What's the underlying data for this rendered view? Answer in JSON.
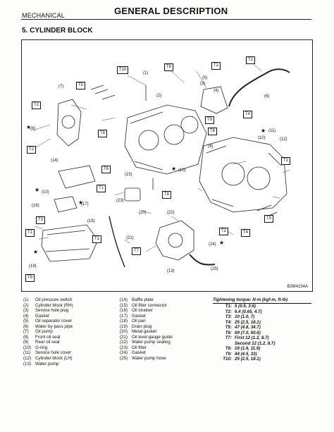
{
  "header": {
    "left": "MECHANICAL",
    "title": "GENERAL DESCRIPTION"
  },
  "section": {
    "title": "5.  CYLINDER BLOCK"
  },
  "figure": {
    "code": "B2M4154A",
    "torque_labels": [
      "T1",
      "T2",
      "T3",
      "T4",
      "T5",
      "T6",
      "T7",
      "T8",
      "T9",
      "T10"
    ],
    "callouts": [
      "(1)",
      "(2)",
      "(3)",
      "(4)",
      "(5)",
      "(6)",
      "(7)",
      "(8)",
      "(9)",
      "(10)",
      "(11)",
      "(12)",
      "(13)",
      "(14)",
      "(15)",
      "(16)",
      "(17)",
      "(18)",
      "(19)",
      "(20)",
      "(21)",
      "(22)",
      "(23)",
      "(24)",
      "(25)"
    ]
  },
  "parts": [
    {
      "num": "(1)",
      "name": "Oil pressure switch"
    },
    {
      "num": "(2)",
      "name": "Cylinder block (RH)"
    },
    {
      "num": "(3)",
      "name": "Service hole plug"
    },
    {
      "num": "(4)",
      "name": "Gasket"
    },
    {
      "num": "(5)",
      "name": "Oil separator cover"
    },
    {
      "num": "(6)",
      "name": "Water by-pass pipe"
    },
    {
      "num": "(7)",
      "name": "Oil pump"
    },
    {
      "num": "(8)",
      "name": "Front oil seal"
    },
    {
      "num": "(9)",
      "name": "Rear oil seal"
    },
    {
      "num": "(10)",
      "name": "O-ring"
    },
    {
      "num": "(11)",
      "name": "Service hole cover"
    },
    {
      "num": "(12)",
      "name": "Cylinder block (LH)"
    },
    {
      "num": "(13)",
      "name": "Water pump"
    },
    {
      "num": "(14)",
      "name": "Baffle plate"
    },
    {
      "num": "(15)",
      "name": "Oil filter connector"
    },
    {
      "num": "(16)",
      "name": "Oil strainer"
    },
    {
      "num": "(17)",
      "name": "Gasket"
    },
    {
      "num": "(18)",
      "name": "Oil pan"
    },
    {
      "num": "(19)",
      "name": "Drain plug"
    },
    {
      "num": "(20)",
      "name": "Metal gasket"
    },
    {
      "num": "(21)",
      "name": "Oil level gauge guide"
    },
    {
      "num": "(22)",
      "name": "Water pump sealing"
    },
    {
      "num": "(23)",
      "name": "Oil filter"
    },
    {
      "num": "(24)",
      "name": "Gasket"
    },
    {
      "num": "(25)",
      "name": "Water pump hose"
    }
  ],
  "torque": {
    "heading": "Tightening torque: N·m (kgf-m, ft-lb)",
    "rows": [
      {
        "key": "T1:",
        "value": "5 (0.5, 3.6)"
      },
      {
        "key": "T2:",
        "value": "6.4 (0.65, 4.7)"
      },
      {
        "key": "T3:",
        "value": "10 (1.0, 7)"
      },
      {
        "key": "T4:",
        "value": "25 (2.5, 18.1)"
      },
      {
        "key": "T5:",
        "value": "47 (4.8, 34.7)"
      },
      {
        "key": "T6:",
        "value": "69 (7.0, 50.6)"
      },
      {
        "key": "T7:",
        "value": "First 12 (1.2, 8.7)"
      },
      {
        "key": "",
        "value": "Second 12 (1.2, 8.7)"
      },
      {
        "key": "T8:",
        "value": "16 (1.6, 11.6)"
      },
      {
        "key": "T9:",
        "value": "44 (4.5, 33)"
      },
      {
        "key": "T10:",
        "value": "25 (2.5, 18.1)"
      }
    ]
  }
}
